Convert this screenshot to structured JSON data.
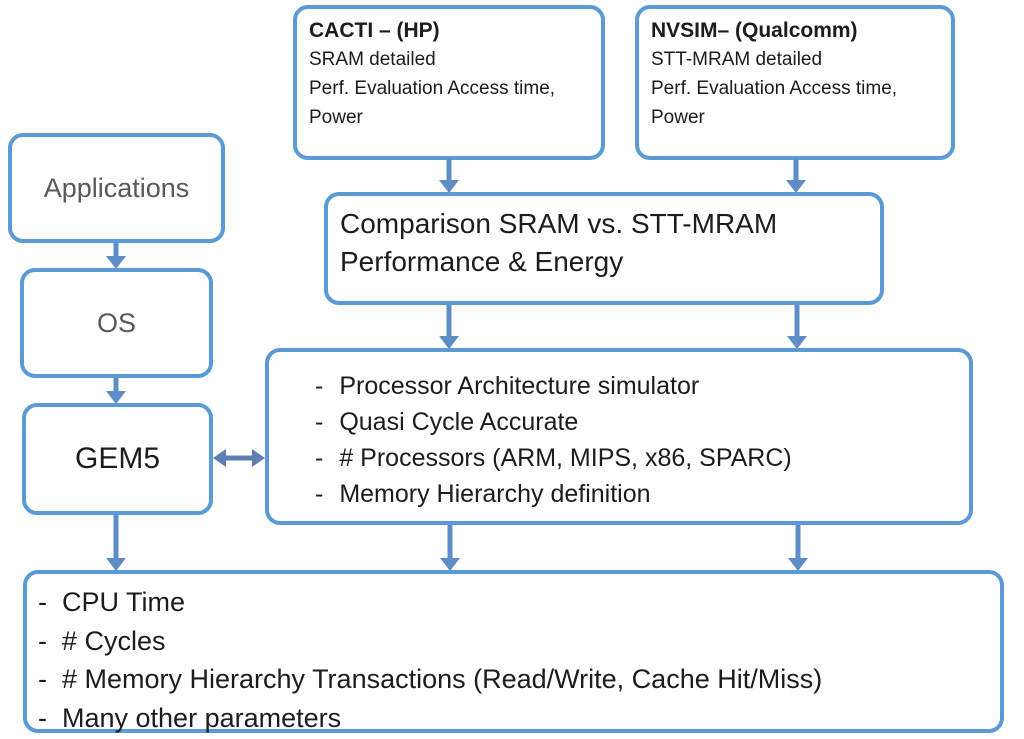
{
  "boxes": {
    "cacti": {
      "title": "CACTI – (HP)",
      "lines": [
        "SRAM detailed",
        "Perf. Evaluation Access time,",
        "Power"
      ]
    },
    "nvsim": {
      "title": "NVSIM– (Qualcomm)",
      "lines": [
        "STT-MRAM detailed",
        "Perf. Evaluation Access time,",
        "Power"
      ]
    },
    "applications": {
      "label": "Applications"
    },
    "os": {
      "label": "OS"
    },
    "gem5": {
      "label": "GEM5"
    },
    "comparison": {
      "lines": [
        "Comparison SRAM vs. STT-MRAM",
        "Performance & Energy"
      ]
    },
    "gem5_details": {
      "bullets": [
        "Processor Architecture simulator",
        "Quasi Cycle Accurate",
        "# Processors (ARM, MIPS, x86, SPARC)",
        "Memory Hierarchy definition"
      ]
    },
    "outputs": {
      "bullets": [
        "CPU Time",
        "# Cycles",
        "# Memory Hierarchy Transactions (Read/Write, Cache Hit/Miss)",
        "Many other parameters"
      ]
    }
  },
  "connections": [
    {
      "from": "cacti",
      "to": "comparison",
      "type": "arrow"
    },
    {
      "from": "nvsim",
      "to": "comparison",
      "type": "arrow"
    },
    {
      "from": "applications",
      "to": "os",
      "type": "arrow"
    },
    {
      "from": "os",
      "to": "gem5",
      "type": "arrow"
    },
    {
      "from": "gem5",
      "to": "gem5_details",
      "type": "double-arrow"
    },
    {
      "from": "comparison",
      "to": "gem5_details",
      "type": "arrow",
      "count": 2
    },
    {
      "from": "gem5_details",
      "to": "outputs",
      "type": "arrow",
      "count": 2
    },
    {
      "from": "gem5",
      "to": "outputs",
      "type": "arrow"
    }
  ],
  "colors": {
    "box_border": "#5B9BD5",
    "arrow": "#5E8CC6",
    "double_arrow": "#5D80B2",
    "text_dark": "#1C1C1C",
    "text_gray": "#595959",
    "background": "#FFFFFF"
  }
}
